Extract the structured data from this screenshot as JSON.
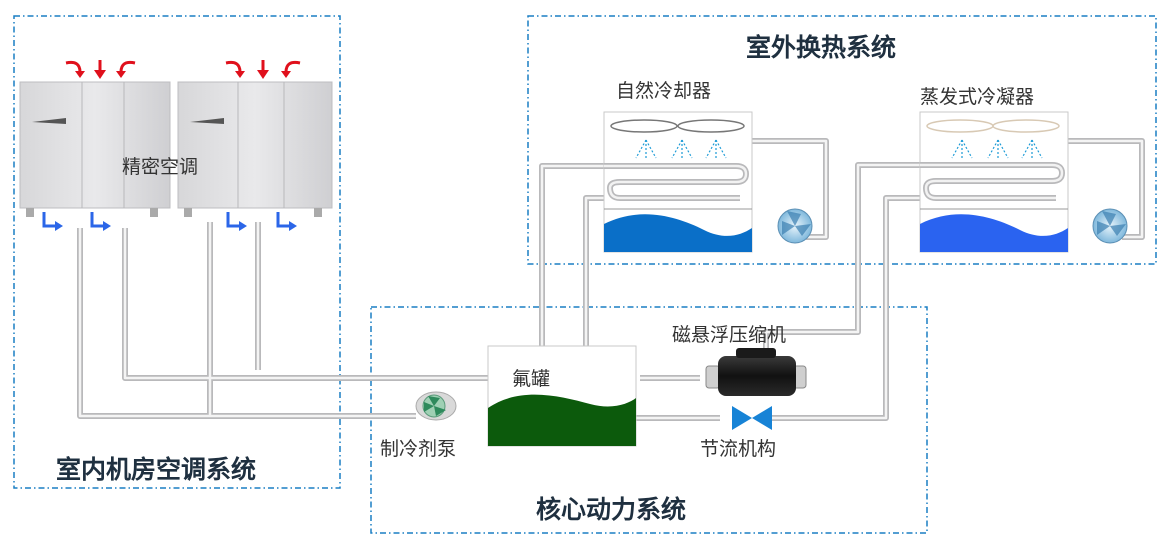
{
  "systems": {
    "indoor": "室内机房空调系统",
    "outdoor": "室外换热系统",
    "core": "核心动力系统"
  },
  "components": {
    "precision_ac": "精密空调",
    "natural_cooler": "自然冷却器",
    "evaporative_condenser": "蒸发式冷凝器",
    "compressor": "磁悬浮压缩机",
    "tank": "氟罐",
    "pump": "制冷剂泵",
    "throttle": "节流机构"
  },
  "colors": {
    "frame": "#1a7fc4",
    "pipe": "#c8c8c8",
    "hot_arrow": "#e0101c",
    "cold_arrow": "#2b66e8",
    "water_blue": "#0a6fc8",
    "water_blue2": "#2a63f0",
    "tank_liquid": "#0c5a0c",
    "valve": "#1783d6"
  }
}
